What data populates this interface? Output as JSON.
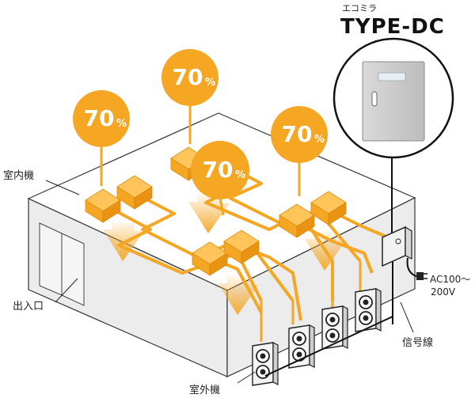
{
  "brand": {
    "kana": "エコミラ",
    "name": "TYPE-DC"
  },
  "labels": {
    "indoor_unit": "室内機",
    "entrance": "出入口",
    "outdoor_unit": "室外機",
    "signal_line": "信号線",
    "power_line1": "AC100～",
    "power_line2": "200V"
  },
  "bubbles": [
    {
      "value": "70",
      "unit": "%"
    },
    {
      "value": "70",
      "unit": "%"
    },
    {
      "value": "70",
      "unit": "%"
    },
    {
      "value": "70",
      "unit": "%"
    },
    {
      "value": "70",
      "unit": "%"
    }
  ],
  "colors": {
    "orange": "#F5A623",
    "orange_dark": "#E89412",
    "wall": "#ECECEC",
    "roof": "#FFFFFF",
    "line": "#333333"
  }
}
